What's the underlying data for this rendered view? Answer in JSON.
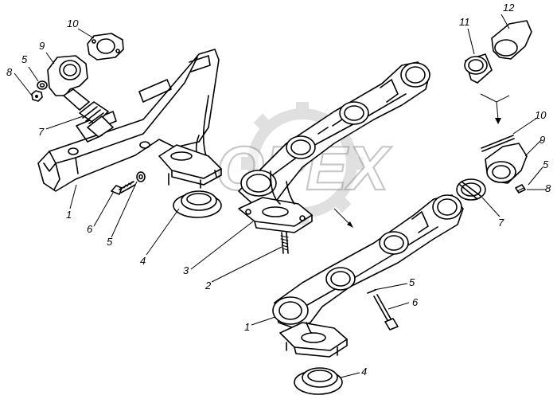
{
  "diagram": {
    "watermark": "OPEX",
    "callouts": [
      {
        "id": "c12a",
        "text": "12"
      },
      {
        "id": "c11a",
        "text": "11"
      },
      {
        "id": "c10a",
        "text": "10"
      },
      {
        "id": "c9a",
        "text": "9"
      },
      {
        "id": "c5a",
        "text": "5"
      },
      {
        "id": "c8a",
        "text": "8"
      },
      {
        "id": "c7a",
        "text": "7"
      },
      {
        "id": "c1a",
        "text": "1"
      },
      {
        "id": "c6a",
        "text": "6"
      },
      {
        "id": "c5b",
        "text": "5"
      },
      {
        "id": "c4a",
        "text": "4"
      },
      {
        "id": "c3a",
        "text": "3"
      },
      {
        "id": "c2a",
        "text": "2"
      },
      {
        "id": "c10b",
        "text": "10"
      },
      {
        "id": "c9b",
        "text": "9"
      },
      {
        "id": "c5c",
        "text": "5"
      },
      {
        "id": "c8b",
        "text": "8"
      },
      {
        "id": "c7b",
        "text": "7"
      },
      {
        "id": "c5d",
        "text": "5"
      },
      {
        "id": "c6b",
        "text": "6"
      },
      {
        "id": "c1b",
        "text": "1"
      },
      {
        "id": "c4b",
        "text": "4"
      }
    ]
  }
}
